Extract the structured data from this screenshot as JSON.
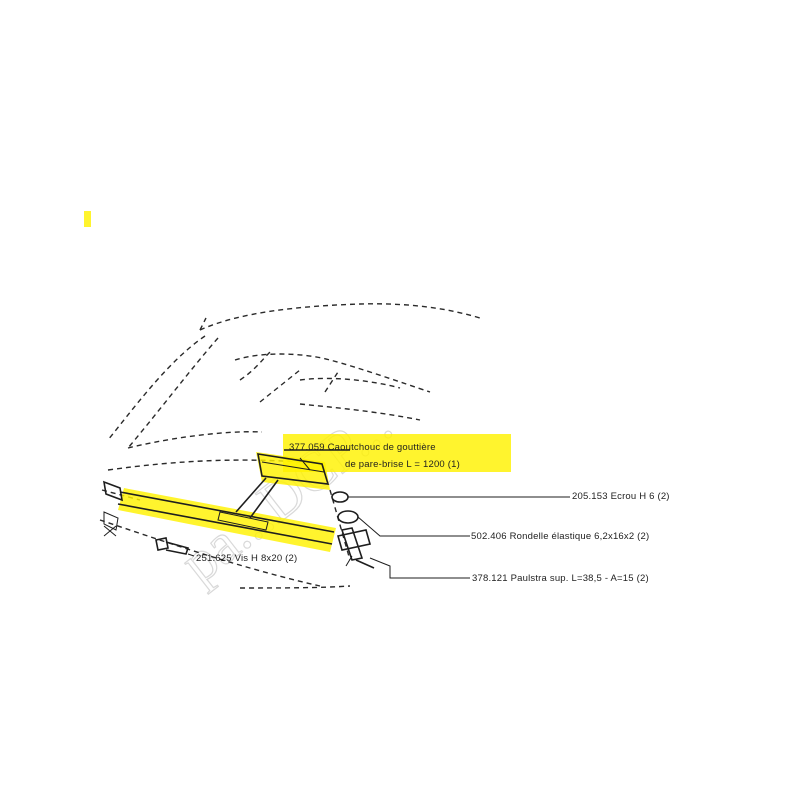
{
  "labels": {
    "rubber_line1": "377.059 Caoutchouc de gouttière",
    "rubber_line2": "de pare-brise L = 1200 (1)",
    "nut": "205.153 Ecrou H 6 (2)",
    "washer": "502.406 Rondelle élastique 6,2x16x2 (2)",
    "mount": "378.121 Paulstra sup. L=38,5 - A=15 (2)",
    "screw": "251.625 Vis H 8x20 (2)"
  },
  "watermark": "pa...DCP...",
  "colors": {
    "highlight": "#fff200",
    "line": "#1e1e1e",
    "background": "#ffffff"
  }
}
